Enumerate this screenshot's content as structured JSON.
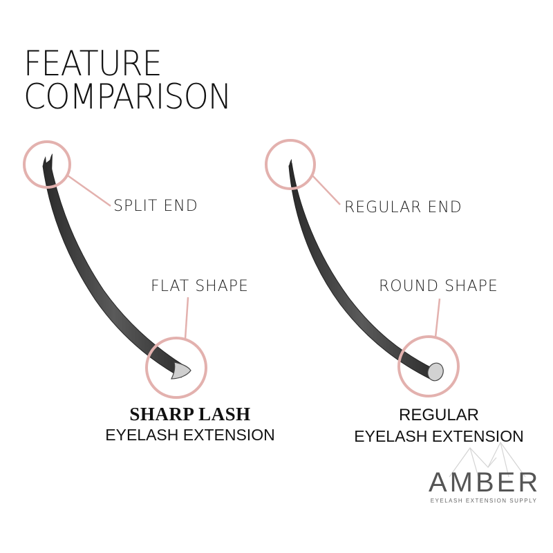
{
  "title": {
    "line1": "FEATURE",
    "line2": "COMPARISON"
  },
  "left": {
    "end_label": "SPLIT END",
    "shape_label": "FLAT SHAPE",
    "caption_line1": "SHARP LASH",
    "caption_line2": "EYELASH EXTENSION"
  },
  "right": {
    "end_label": "REGULAR END",
    "shape_label": "ROUND SHAPE",
    "caption_line1": "REGULAR",
    "caption_line2": "EYELASH EXTENSION"
  },
  "brand": {
    "name": "AMBER",
    "tagline": "EYELASH EXTENSION SUPPLY"
  },
  "colors": {
    "circle": "#e3b1ae",
    "lash": "#3a3a3a"
  }
}
